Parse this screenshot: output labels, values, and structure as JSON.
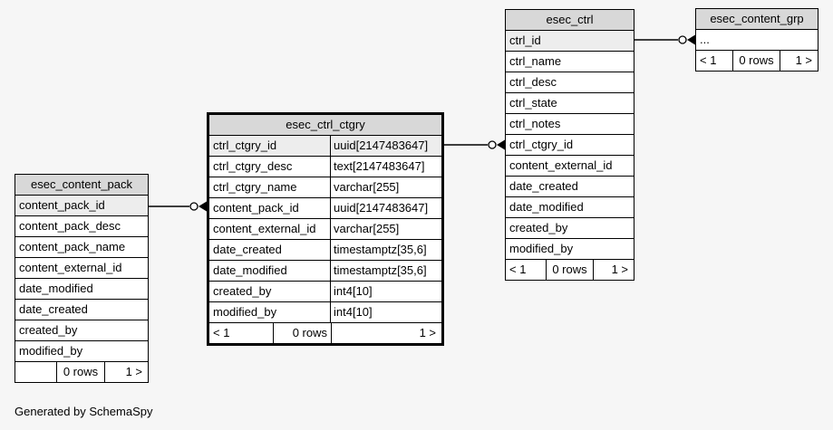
{
  "caption": "Generated by SchemaSpy",
  "colors": {
    "page_bg": "#f6f6f6",
    "header_bg": "#d8d8d8",
    "key_row_bg": "#ededed",
    "row_bg": "#ffffff",
    "border": "#000000"
  },
  "tables": {
    "content_pack": {
      "title": "esec_content_pack",
      "columns": [
        "content_pack_id",
        "content_pack_desc",
        "content_pack_name",
        "content_external_id",
        "date_modified",
        "date_created",
        "created_by",
        "modified_by"
      ],
      "footer": {
        "parents": "",
        "rows": "0 rows",
        "children": "1 >"
      }
    },
    "ctrl_ctgry": {
      "title": "esec_ctrl_ctgry",
      "columns": [
        {
          "name": "ctrl_ctgry_id",
          "type": "uuid[2147483647]"
        },
        {
          "name": "ctrl_ctgry_desc",
          "type": "text[2147483647]"
        },
        {
          "name": "ctrl_ctgry_name",
          "type": "varchar[255]"
        },
        {
          "name": "content_pack_id",
          "type": "uuid[2147483647]"
        },
        {
          "name": "content_external_id",
          "type": "varchar[255]"
        },
        {
          "name": "date_created",
          "type": "timestamptz[35,6]"
        },
        {
          "name": "date_modified",
          "type": "timestamptz[35,6]"
        },
        {
          "name": "created_by",
          "type": "int4[10]"
        },
        {
          "name": "modified_by",
          "type": "int4[10]"
        }
      ],
      "footer": {
        "parents": "< 1",
        "rows": "0 rows",
        "children": "1 >"
      }
    },
    "ctrl": {
      "title": "esec_ctrl",
      "columns": [
        "ctrl_id",
        "ctrl_name",
        "ctrl_desc",
        "ctrl_state",
        "ctrl_notes",
        "ctrl_ctgry_id",
        "content_external_id",
        "date_created",
        "date_modified",
        "created_by",
        "modified_by"
      ],
      "footer": {
        "parents": "< 1",
        "rows": "0 rows",
        "children": "1 >"
      }
    },
    "content_grp": {
      "title": "esec_content_grp",
      "columns": [
        "..."
      ],
      "footer": {
        "parents": "< 1",
        "rows": "0 rows",
        "children": "1 >"
      }
    }
  },
  "relationships": [
    {
      "from": "esec_content_pack.content_pack_id",
      "to": "esec_ctrl_ctgry.content_pack_id"
    },
    {
      "from": "esec_ctrl_ctgry.ctrl_ctgry_id",
      "to": "esec_ctrl.ctrl_ctgry_id"
    },
    {
      "from": "esec_ctrl.ctrl_id",
      "to": "esec_content_grp"
    }
  ]
}
